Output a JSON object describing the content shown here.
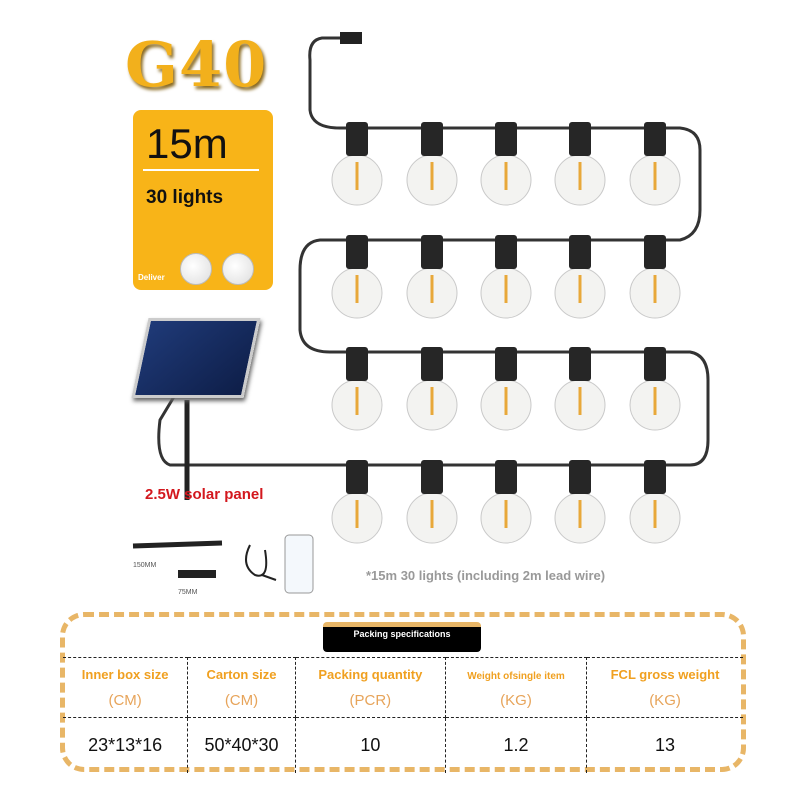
{
  "product": {
    "model": "G40",
    "length": "15m",
    "count": "30 lights",
    "deliver": "Deliver"
  },
  "panel_label": "2.5W solar panel",
  "accessories": {
    "stake_len": "150MM",
    "connector_len": "75MM"
  },
  "lead_note": "*15m 30 lights (including 2m lead wire)",
  "packing": {
    "title": "Packing specifications",
    "headers": [
      {
        "label": "Inner box size",
        "unit": "(CM)"
      },
      {
        "label": "Carton size",
        "unit": "(CM)"
      },
      {
        "label": "Packing quantity",
        "unit": "(PCR)"
      },
      {
        "label": "Weight ofsingle item",
        "unit": "(KG)"
      },
      {
        "label": "FCL gross weight",
        "unit": "(KG)"
      }
    ],
    "values": [
      "23*13*16",
      "50*40*30",
      "10",
      "1.2",
      "13"
    ]
  },
  "colors": {
    "accent": "#f8b418",
    "dash": "#e8b667",
    "panel_label": "#d3181e"
  }
}
